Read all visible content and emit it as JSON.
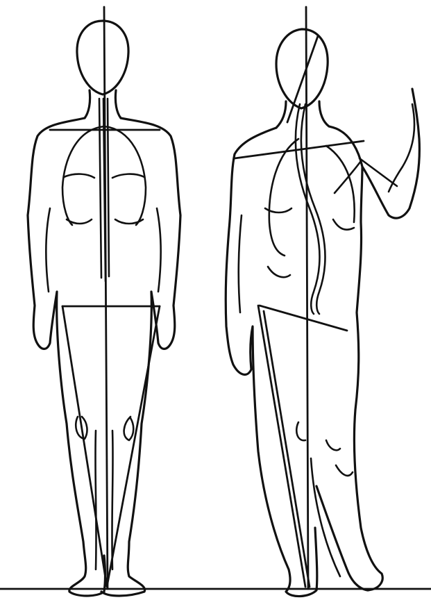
{
  "figure": {
    "background": "#ffffff",
    "ink_color": "#111111",
    "figures": [
      {
        "id": "normal-posture",
        "icon": "human-figure-front-view-aligned"
      },
      {
        "id": "scoliotic-posture",
        "icon": "human-figure-front-view-curved-spine"
      }
    ]
  }
}
